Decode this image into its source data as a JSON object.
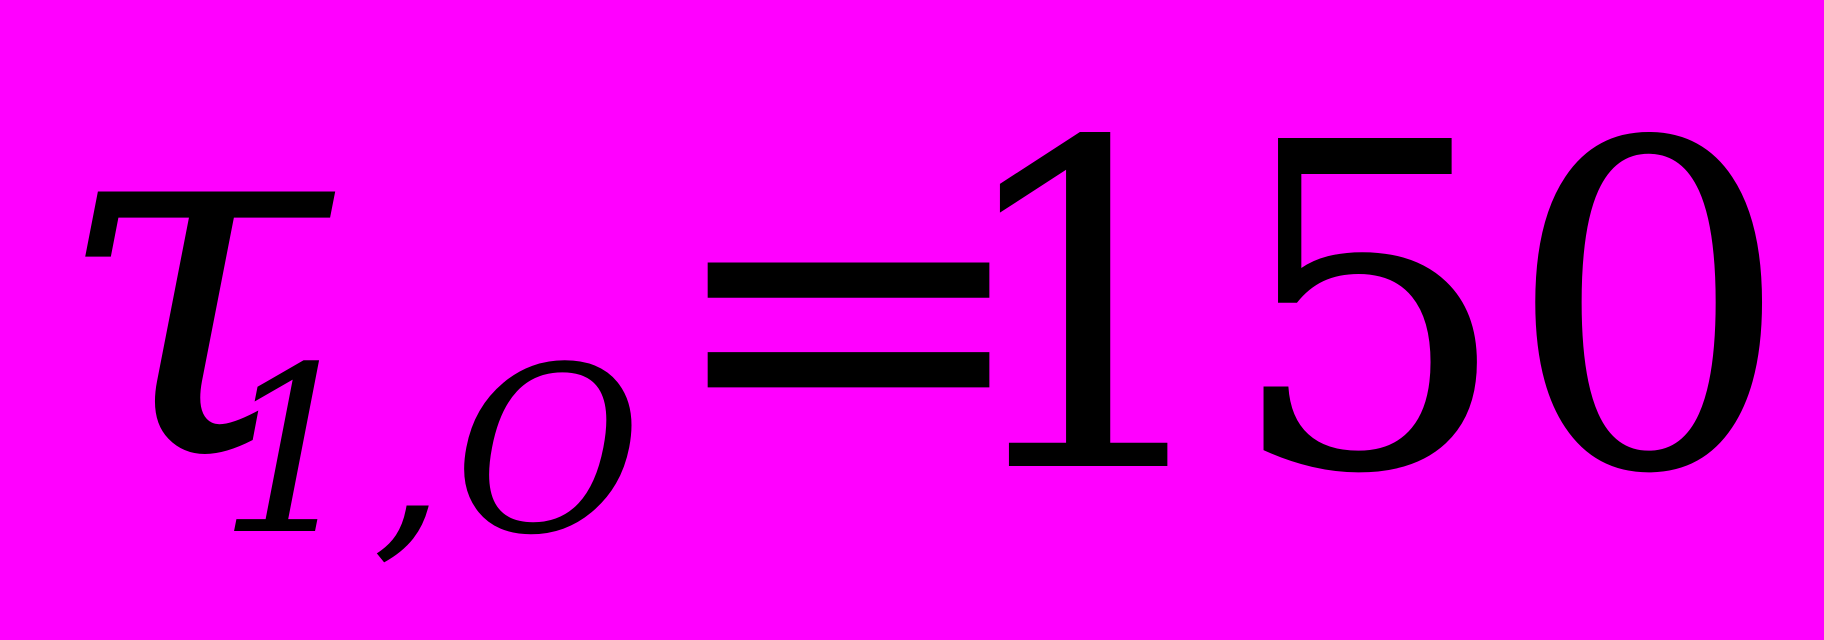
{
  "formula": {
    "symbol": "τ",
    "subscript": "1,O",
    "equals": "=",
    "value": "150",
    "full_text": "τ1,O = 150"
  },
  "colors": {
    "background": "#FF00FF",
    "text": "#000000"
  }
}
